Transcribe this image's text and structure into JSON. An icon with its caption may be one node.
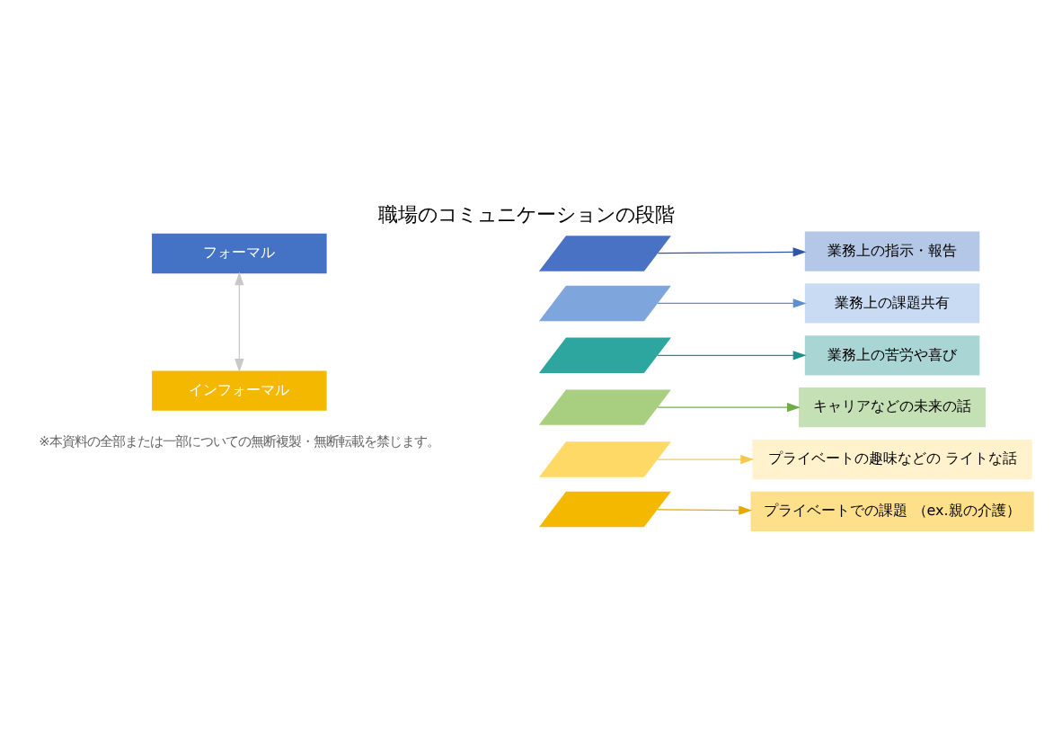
{
  "diagram": {
    "title": "職場のコミュニケーションの段階",
    "nodes": [
      {
        "text": [
          "フォーマル"
        ]
      },
      {
        "text": [
          "インフォーマル"
        ]
      },
      {
        "text": [],
        "shape": "parallelogram"
      },
      {
        "text": [],
        "shape": "parallelogram"
      },
      {
        "text": [],
        "shape": "parallelogram"
      },
      {
        "text": [],
        "shape": "parallelogram"
      },
      {
        "text": [],
        "shape": "parallelogram"
      },
      {
        "text": [],
        "shape": "parallelogram"
      },
      {
        "text": [
          "業務上の指示・報告"
        ]
      },
      {
        "text": [
          "業務上の課題共有"
        ]
      },
      {
        "text": [
          "業務上の苦労や喜び"
        ]
      },
      {
        "text": [
          "キャリアなどの未来の話"
        ]
      },
      {
        "text": [
          "プライベートの趣味などの ライトな話"
        ]
      },
      {
        "text": [
          "プライベートでの課題 （ex.親の介護）"
        ]
      }
    ],
    "edges": [
      {
        "from": 0,
        "to": 1,
        "arrow": "both",
        "color": "#c8c8c8"
      },
      {
        "from": 2,
        "to": 8,
        "arrow": "to",
        "color": "#2f55a4"
      },
      {
        "from": 3,
        "to": 9,
        "arrow": "to",
        "color": "#5b8fd0"
      },
      {
        "from": 4,
        "to": 10,
        "arrow": "to",
        "color": "#1f8f8a"
      },
      {
        "from": 5,
        "to": 11,
        "arrow": "to",
        "color": "#70ad47"
      },
      {
        "from": 6,
        "to": 12,
        "arrow": "to",
        "color": "#f2c94c"
      },
      {
        "from": 7,
        "to": 13,
        "arrow": "to",
        "color": "#e6a800"
      }
    ],
    "labels": [
      "※本資料の全部または一部についての無断複製・無断転載を禁じます。"
    ]
  }
}
